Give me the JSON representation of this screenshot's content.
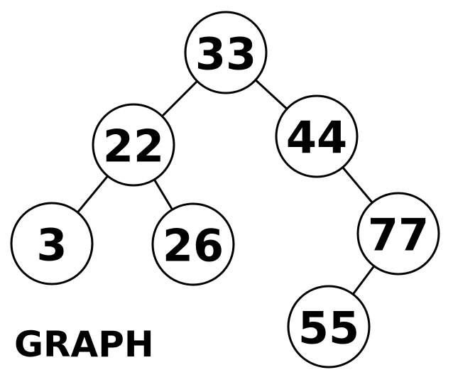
{
  "caption": "GRAPH",
  "colors": {
    "stroke": "#000000",
    "fill": "#ffffff",
    "text": "#000000"
  },
  "nodes": [
    {
      "id": "n33",
      "label": "33"
    },
    {
      "id": "n22",
      "label": "22"
    },
    {
      "id": "n44",
      "label": "44"
    },
    {
      "id": "n3",
      "label": "3"
    },
    {
      "id": "n26",
      "label": "26"
    },
    {
      "id": "n77",
      "label": "77"
    },
    {
      "id": "n55",
      "label": "55"
    }
  ],
  "edges": [
    {
      "from": "n33",
      "to": "n22"
    },
    {
      "from": "n33",
      "to": "n44"
    },
    {
      "from": "n22",
      "to": "n3"
    },
    {
      "from": "n22",
      "to": "n26"
    },
    {
      "from": "n44",
      "to": "n77"
    },
    {
      "from": "n77",
      "to": "n55"
    }
  ]
}
